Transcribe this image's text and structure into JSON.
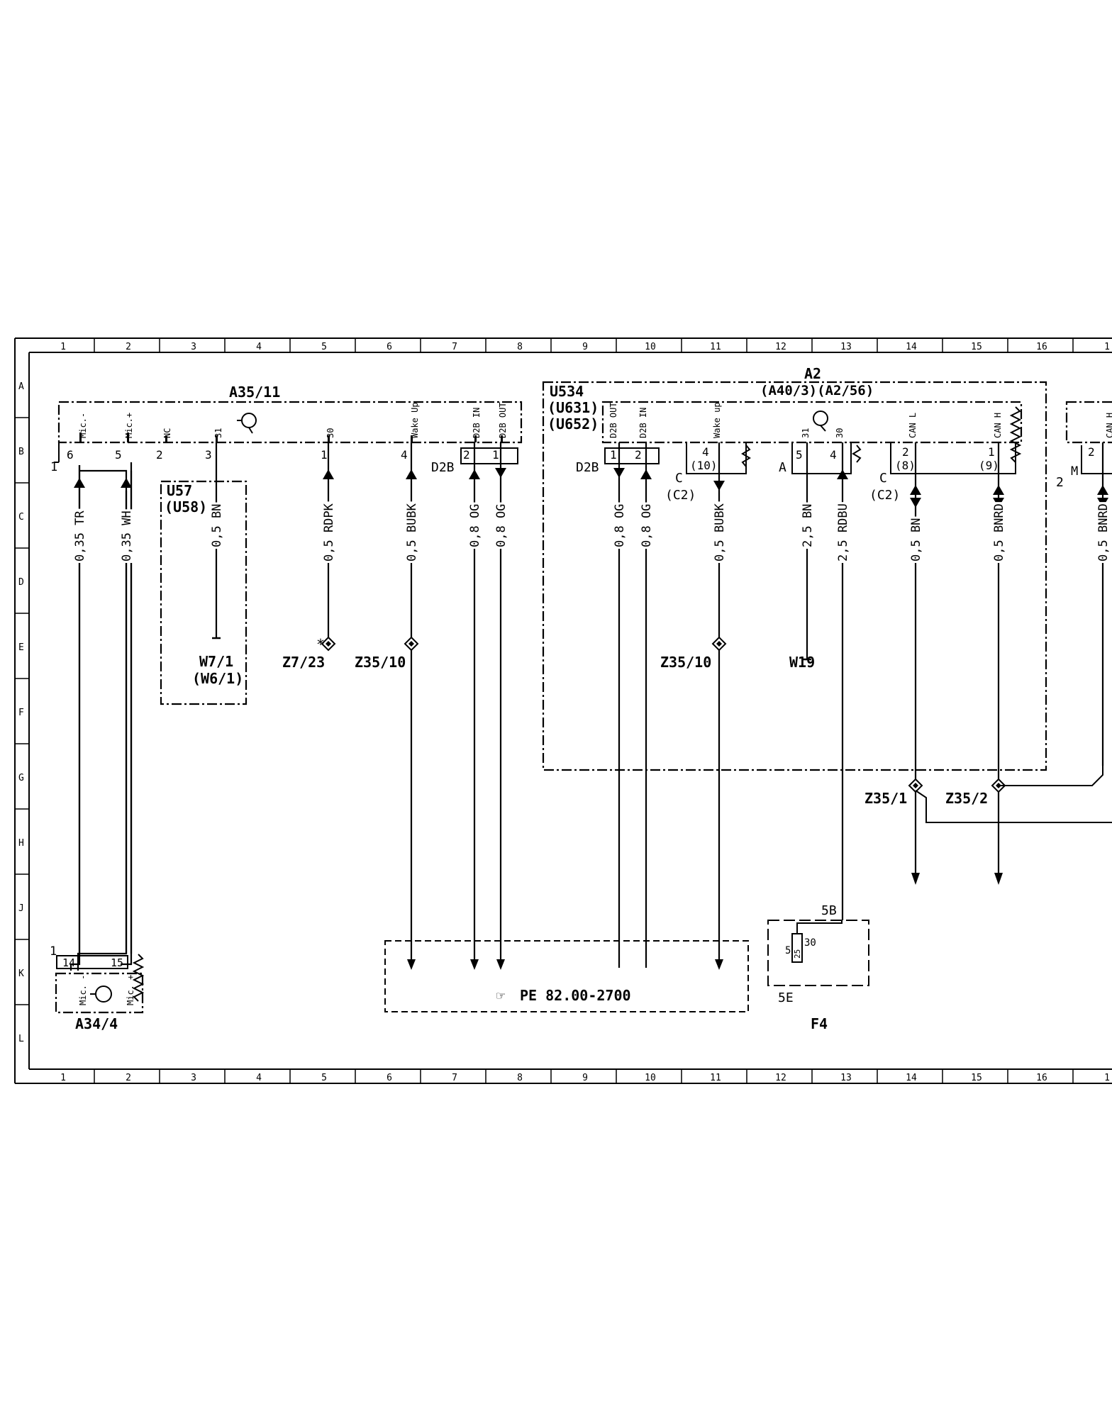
{
  "grid": {
    "columns": [
      "1",
      "2",
      "3",
      "4",
      "5",
      "6",
      "7",
      "8",
      "9",
      "10",
      "11",
      "12",
      "13",
      "14",
      "15",
      "16",
      "1"
    ],
    "rows": [
      "A",
      "B",
      "C",
      "D",
      "E",
      "F",
      "G",
      "H",
      "J",
      "K",
      "L"
    ]
  },
  "components": {
    "a35_11": {
      "name": "A35/11",
      "pins": {
        "mic_minus": "Mic.-",
        "mic_plus": "Mic.+",
        "nc": "NC",
        "p31": "31",
        "p30": "30",
        "wake_up": "Wake Up",
        "d2b_in": "D2B IN",
        "d2b_out": "D2B OUT"
      },
      "nums": [
        "6",
        "5",
        "2",
        "3",
        "1",
        "4",
        "2",
        "1"
      ],
      "conn_label": "1",
      "d2b_label": "D2B"
    },
    "u57": {
      "line1": "U57",
      "line2": "(U58)"
    },
    "a2": {
      "name": "A2",
      "sub": "(A40/3)(A2/56)"
    },
    "u534": {
      "line1": "U534",
      "line2": "(U631)",
      "line3": "(U652)"
    },
    "a2_block": {
      "pins": {
        "d2b_out": "D2B OUT",
        "d2b_in": "D2B IN",
        "wake_up": "Wake up",
        "p31": "31",
        "p30": "30",
        "can_l": "CAN L",
        "can_h": "CAN H"
      },
      "nums": [
        "1",
        "2",
        "4",
        "(10)",
        "5",
        "4",
        "2",
        "(8)",
        "1",
        "(9)"
      ],
      "labels": {
        "d2b": "D2B",
        "c1": "C",
        "c2": "(C2)",
        "a": "A",
        "c3": "C",
        "c4": "(C2)"
      }
    },
    "a34_4": {
      "name": "A34/4",
      "pin_minus": "Mic. -",
      "pin_plus": "Mic. +",
      "n14": "14",
      "n15": "15",
      "conn": "1"
    },
    "f4": {
      "name": "F4",
      "n5b": "5B",
      "n5e": "5E",
      "n5": "5",
      "fuse": "25",
      "n30": "30"
    },
    "right_partial": {
      "can_h": "CAN H",
      "n2a": "2",
      "n2b": "2",
      "m": "M"
    }
  },
  "wires": [
    {
      "label": "0,35  TR"
    },
    {
      "label": "0,35  WH"
    },
    {
      "label": "0,5  BN"
    },
    {
      "label": "0,5  RDPK"
    },
    {
      "label": "0,5  BUBK"
    },
    {
      "label": "0,8  OG"
    },
    {
      "label": "0,8  OG"
    },
    {
      "label": "0,8  OG"
    },
    {
      "label": "0,8  OG"
    },
    {
      "label": "0,5  BUBK"
    },
    {
      "label": "2,5  BN"
    },
    {
      "label": "2,5  RDBU"
    },
    {
      "label": "0,5  BN"
    },
    {
      "label": "0,5  BNRD"
    },
    {
      "label": "0,5  BNRD"
    }
  ],
  "refs": {
    "w7_1": "W7/1",
    "w6_1": "(W6/1)",
    "z7_23": "Z7/23",
    "star": "*",
    "z35_10_a": "Z35/10",
    "z35_10_b": "Z35/10",
    "w19": "W19",
    "z35_1": "Z35/1",
    "z35_2": "Z35/2"
  },
  "pe_reference": {
    "glyph": "☞",
    "text": "PE  82.00-2700"
  }
}
